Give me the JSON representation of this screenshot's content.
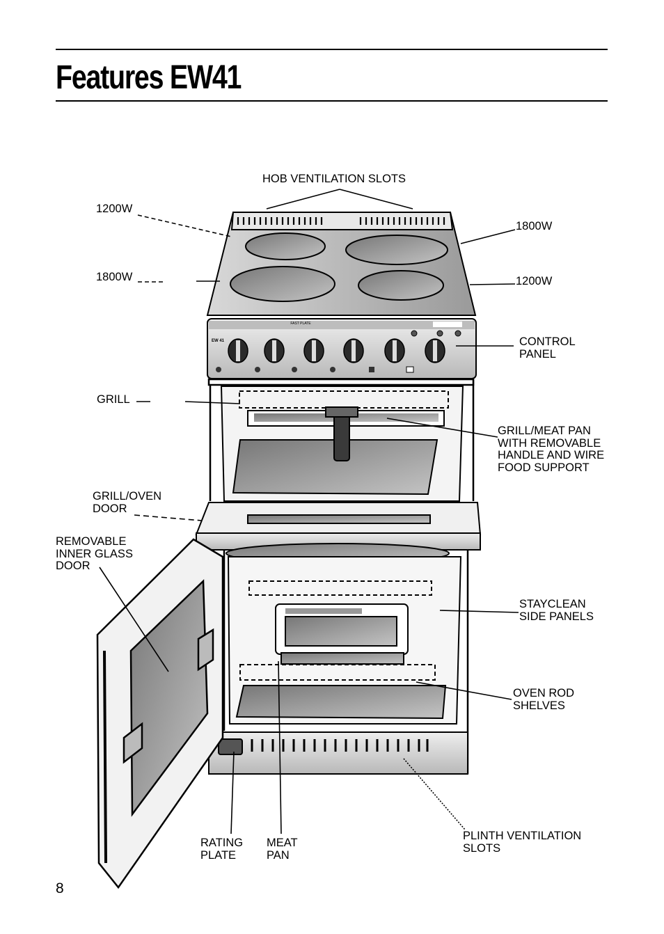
{
  "page": {
    "title": "Features EW41",
    "page_number": "8"
  },
  "labels": {
    "hob_vents": "HOB VENTILATION SLOTS",
    "hob_left_rear": "1200W",
    "hob_left_front": "1800W",
    "hob_right_rear": "1800W",
    "hob_right_front": "1200W",
    "control_panel": "CONTROL\nPANEL",
    "grill": "GRILL",
    "grill_meat_pan": "GRILL/MEAT PAN\nWITH REMOVABLE\nHANDLE AND WIRE\nFOOD SUPPORT",
    "grill_oven_door": "GRILL/OVEN\nDOOR",
    "inner_glass_door": "REMOVABLE\nINNER GLASS\nDOOR",
    "stayclean": "STAYCLEAN\nSIDE PANELS",
    "oven_rod_shelves": "OVEN ROD\nSHELVES",
    "rating_plate": "RATING\nPLATE",
    "meat_pan": "MEAT\nPAN",
    "plinth_vents": "PLINTH VENTILATION\nSLOTS"
  },
  "control_panel_text": {
    "fast_plate": "FAST PLATE",
    "model": "EW 41"
  }
}
